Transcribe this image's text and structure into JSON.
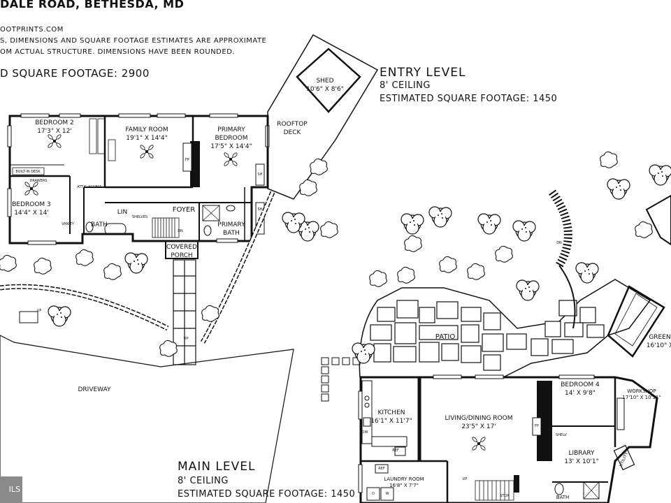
{
  "header": {
    "address": "DALE ROAD, BETHESDA, MD",
    "website": "OOTPRINTS.COM",
    "disclaimer_line1": "S, DIMENSIONS AND SQUARE FOOTAGE ESTIMATES ARE APPROXIMATE",
    "disclaimer_line2": "OM ACTUAL STRUCTURE. DIMENSIONS HAVE BEEN ROUNDED.",
    "total_sqft": "D SQUARE FOOTAGE: 2900"
  },
  "entry_level": {
    "title": "ENTRY LEVEL",
    "ceiling": "8' CEILING",
    "sqft": "ESTIMATED SQUARE FOOTAGE: 1450"
  },
  "main_level": {
    "title": "MAIN LEVEL",
    "ceiling": "8' CEILING",
    "sqft": "ESTIMATED SQUARE FOOTAGE: 1450"
  },
  "rooms": {
    "bedroom2": {
      "name": "BEDROOM 2",
      "dims": "17'3\" X 12'"
    },
    "family_room": {
      "name": "FAMILY ROOM",
      "dims": "19'1\" X 14'4\""
    },
    "primary_bedroom": {
      "name": "PRIMARY",
      "name2": "BEDROOM",
      "dims": "17'5\" X 14'4\""
    },
    "bedroom3": {
      "name": "BEDROOM 3",
      "dims": "14'4\" X 14'"
    },
    "foyer": {
      "name": "FOYER"
    },
    "primary_bath": {
      "name": "PRIMARY",
      "name2": "BATH"
    },
    "bath": {
      "name": "BATH"
    },
    "lin": {
      "name": "LIN"
    },
    "covered_porch": {
      "name": "COVERED",
      "name2": "PORCH"
    },
    "rooftop_deck": {
      "name": "ROOFTOP",
      "name2": "DECK"
    },
    "shed": {
      "name": "SHED",
      "dims": "10'6\" X 8'6\""
    },
    "driveway": {
      "name": "DRIVEWAY"
    },
    "patio": {
      "name": "PATIO"
    },
    "kitchen": {
      "name": "KITCHEN",
      "dims": "16'1\" X 11'7\""
    },
    "living_dining": {
      "name": "LIVING/DINING ROOM",
      "dims": "23'5\" X 17'"
    },
    "bedroom4": {
      "name": "BEDROOM 4",
      "dims": "14' X 9'8\""
    },
    "workshop": {
      "name": "WORKSHOP",
      "dims": "17'10\" X 10'11\""
    },
    "library": {
      "name": "LIBRARY",
      "dims": "13' X 10'1\""
    },
    "laundry": {
      "name": "LAUNDRY ROOM",
      "dims": "16'8\" X 7'7\""
    },
    "greenhouse": {
      "name": "GREEN",
      "dims": "16'10\" X"
    },
    "utility": {
      "name": "UTILITY"
    },
    "bath_main": {
      "name": "BATH"
    }
  },
  "small_labels": {
    "built_in_desk": "BUILT-IN DESK",
    "drawers": "DRAWERS",
    "shelves": "SHELVES",
    "fp": "FP",
    "ref": "REF",
    "stor": "STOR",
    "dw": "DW",
    "up": "UP",
    "dn": "DN",
    "sh": "SH",
    "vanity": "VANITY",
    "attic_access": "ATTIC ACCESS",
    "shelv": "SHELV",
    "d": "D",
    "w": "W"
  },
  "badge": {
    "text": "ILS"
  }
}
